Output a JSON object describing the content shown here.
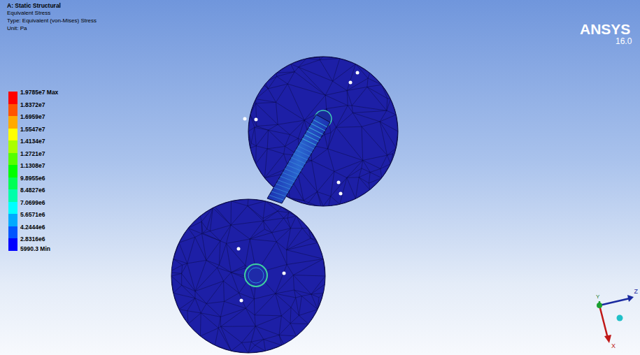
{
  "diagram": {
    "title": "A: Static Structural",
    "labels": [
      "Equivalent Stress",
      "Type: Equivalent (von-Mises) Stress",
      "Unit: Pa",
      "5990.3 Min",
      "ANSYS",
      "16.0",
      "Y",
      "Z",
      "X"
    ],
    "legend": [
      {
        "text": "1.9785e7 Max",
        "color": "#ff0000"
      },
      {
        "text": "1.8372e7",
        "color": "#ff5500"
      },
      {
        "text": "1.6959e7",
        "color": "#ffaa00"
      },
      {
        "text": "1.5547e7",
        "color": "#ffff00"
      },
      {
        "text": "1.4134e7",
        "color": "#aaff00"
      },
      {
        "text": "1.2721e7",
        "color": "#55ff00"
      },
      {
        "text": "1.1308e7",
        "color": "#00ff00"
      },
      {
        "text": "9.8955e6",
        "color": "#00ff55"
      },
      {
        "text": "8.4827e6",
        "color": "#00ffaa"
      },
      {
        "text": "7.0699e6",
        "color": "#00ffff"
      },
      {
        "text": "5.6571e6",
        "color": "#00aaff"
      },
      {
        "text": "4.2444e6",
        "color": "#0055ff"
      },
      {
        "text": "2.8316e6",
        "color": "#0000ff"
      }
    ]
  }
}
